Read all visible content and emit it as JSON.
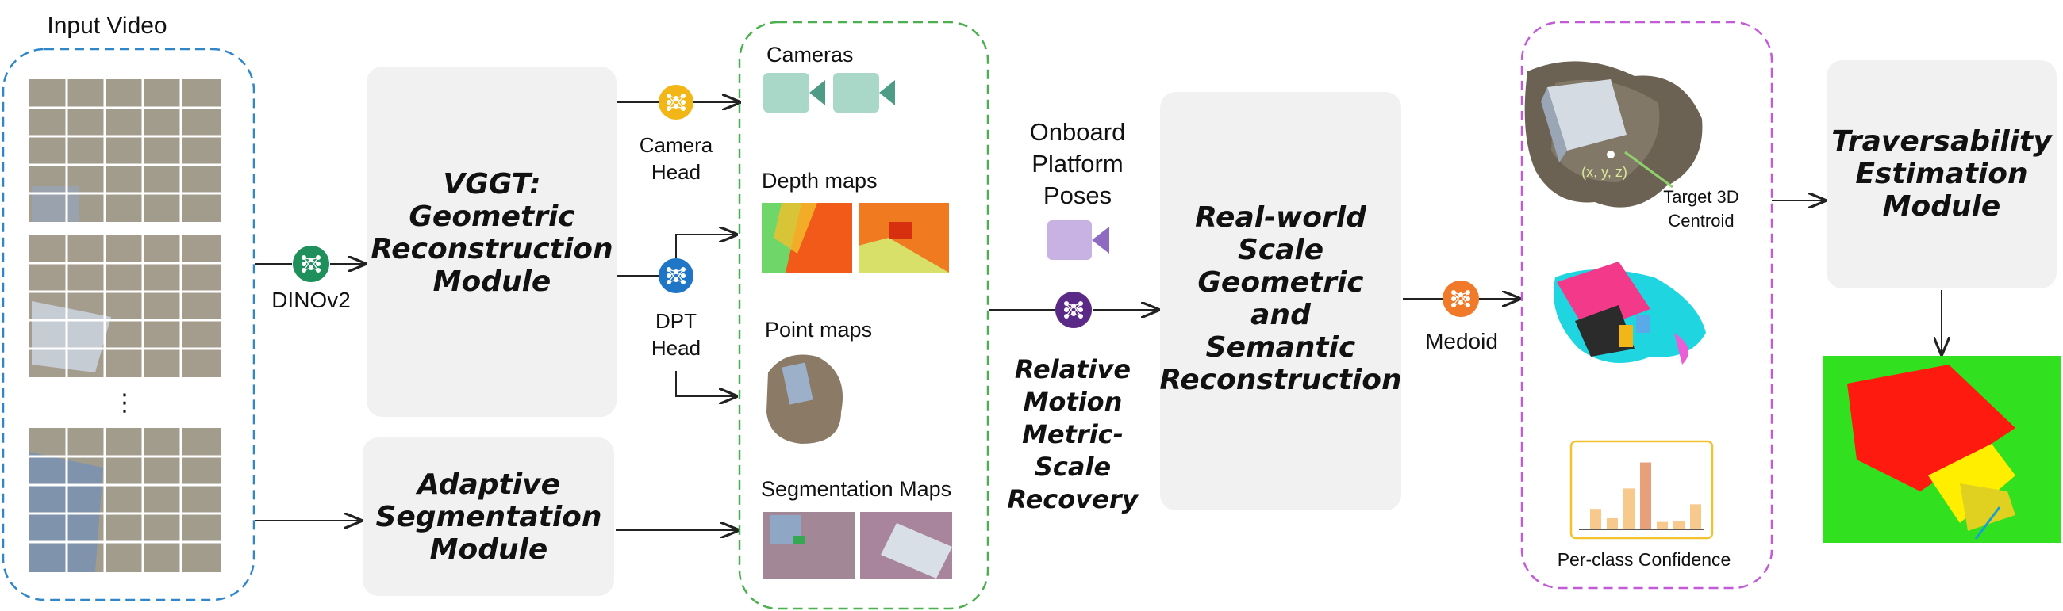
{
  "input": {
    "title": "Input Video",
    "ellipsis": "⋮"
  },
  "encoder": {
    "label": "DINOv2"
  },
  "vggt": {
    "line1": "VGGT:",
    "line2": "Geometric",
    "line3": "Reconstruction",
    "line4": "Module"
  },
  "seg_module": {
    "line1": "Adaptive",
    "line2": "Segmentation",
    "line3": "Module"
  },
  "camera_head": {
    "line1": "Camera",
    "line2": "Head"
  },
  "dpt_head": {
    "line1": "DPT",
    "line2": "Head"
  },
  "outputs": {
    "cameras": "Cameras",
    "depth": "Depth maps",
    "point": "Point maps",
    "segmentation": "Segmentation Maps"
  },
  "onboard": {
    "line1": "Onboard",
    "line2": "Platform",
    "line3": "Poses"
  },
  "recovery": {
    "line1": "Relative",
    "line2": "Motion",
    "line3": "Metric-",
    "line4": "Scale",
    "line5": "Recovery"
  },
  "realworld": {
    "line1": "Real-world",
    "line2": "Scale",
    "line3": "Geometric",
    "line4": "and",
    "line5": "Semantic",
    "line6": "Reconstruction"
  },
  "medoid": {
    "label": "Medoid"
  },
  "centroid": {
    "coord": "(x, y, z)",
    "line1": "Target 3D",
    "line2": "Centroid"
  },
  "confidence": {
    "label": "Per-class Confidence",
    "bars": [
      0.22,
      0.12,
      0.44,
      0.72,
      0.08,
      0.09,
      0.27
    ],
    "bar_color": "#f7c98c",
    "peak_color": "#e8a07a"
  },
  "traversability": {
    "line1": "Traversability",
    "line2": "Estimation",
    "line3": "Module"
  },
  "colors": {
    "input_border": "#2f86c9",
    "outputs_border": "#4caf50",
    "recon_border": "#c35ad8",
    "module_fill": "#f1f1f1",
    "node_yellow": "#f2b716",
    "node_blue": "#1f76c7",
    "node_green": "#1f8f5c",
    "node_purple": "#5b2a86",
    "node_orange": "#f07a2a",
    "camera_teal": "#a9d8c8",
    "camera_purple": "#c8b1e3",
    "confidence_border": "#f2c230"
  }
}
